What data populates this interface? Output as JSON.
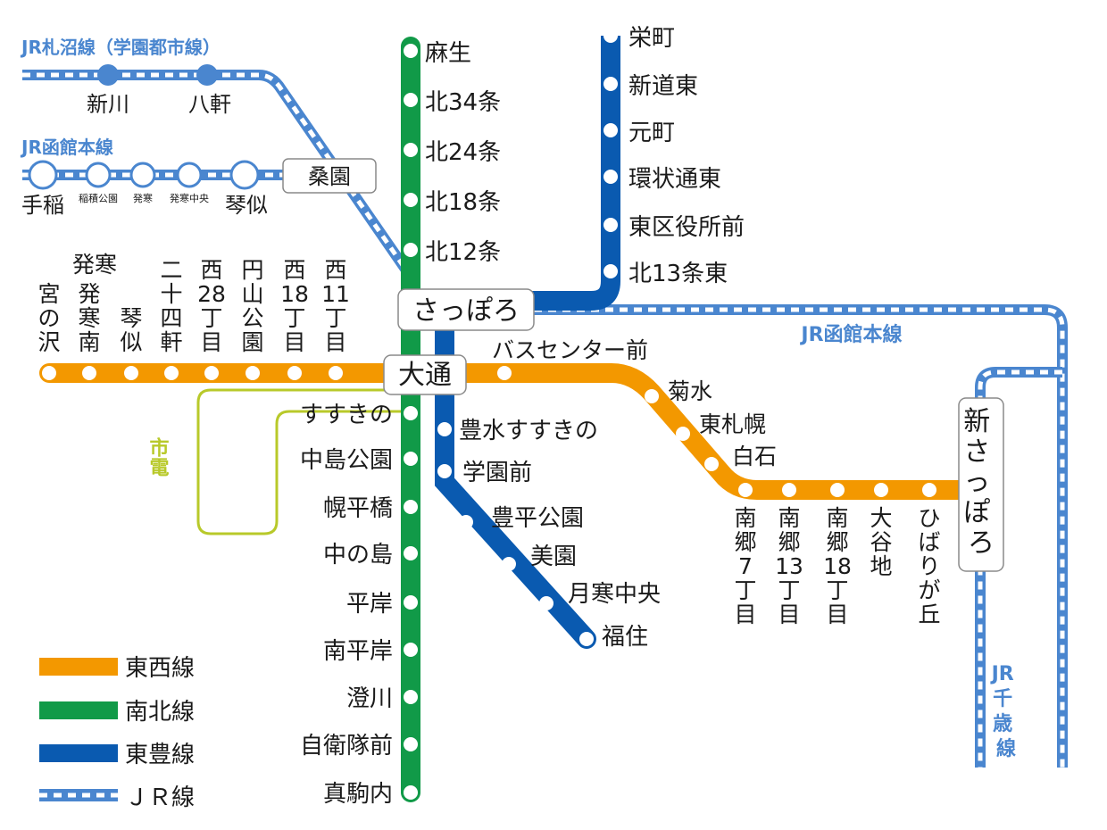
{
  "colors": {
    "tozai": "#f39800",
    "nanboku": "#119a48",
    "toho": "#0a5ab0",
    "jr": "#4a86cf",
    "tram": "#b8c92a"
  },
  "lines": {
    "tozai": {
      "stations": [
        "宮の沢",
        "発寒南",
        "琴似",
        "二十四軒",
        "西28丁目",
        "円山公園",
        "西18丁目",
        "西11丁目",
        "バスセンター前",
        "菊水",
        "東札幌",
        "白石",
        "南郷7丁目",
        "南郷13丁目",
        "南郷18丁目",
        "大谷地",
        "ひばりが丘",
        "新さっぽろ"
      ],
      "hassamu_note": "発寒"
    },
    "nanboku": {
      "stations": [
        "麻生",
        "北34条",
        "北24条",
        "北18条",
        "北12条",
        "さっぽろ",
        "大通",
        "すすきの",
        "中島公園",
        "幌平橋",
        "中の島",
        "平岸",
        "南平岸",
        "澄川",
        "自衛隊前",
        "真駒内"
      ]
    },
    "toho": {
      "stations": [
        "栄町",
        "新道東",
        "元町",
        "環状通東",
        "東区役所前",
        "北13条東",
        "豊水すすきの",
        "学園前",
        "豊平公園",
        "美園",
        "月寒中央",
        "福住"
      ]
    }
  },
  "hubs": {
    "sapporo": "さっぽろ",
    "odori": "大通",
    "shin_sapporo": "新さっぽろ",
    "soen": "桑園"
  },
  "jr": {
    "sassho_line": "JR札沼線（学園都市線）",
    "sassho_stations": [
      "新川",
      "八軒"
    ],
    "hakodate_line_west": "JR函館本線",
    "hakodate_stations": [
      "手稲",
      "稲積公園",
      "発寒",
      "発寒中央",
      "琴似"
    ],
    "hakodate_line_east": "JR函館本線",
    "chitose_line": "JR千歳線"
  },
  "tram_label": "市電",
  "legend": [
    {
      "label": "東西線",
      "key": "tozai"
    },
    {
      "label": "南北線",
      "key": "nanboku"
    },
    {
      "label": "東豊線",
      "key": "toho"
    },
    {
      "label": "ＪＲ線",
      "key": "jr"
    }
  ]
}
